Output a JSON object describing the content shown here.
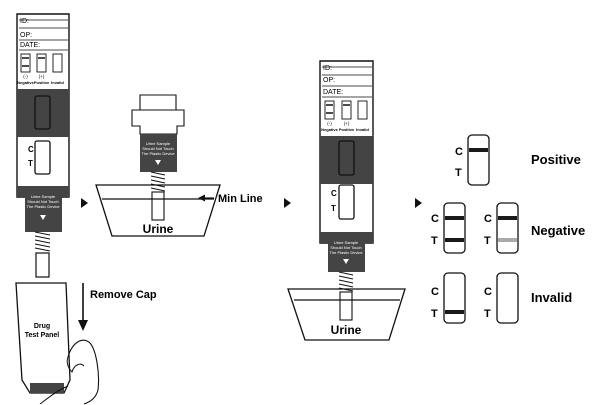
{
  "device": {
    "id_label": "ID:",
    "op_label": "OP:",
    "date_label": "DATE:",
    "neg_sym": "(-)",
    "pos_sym": "(+)",
    "legend_negative": "Negative",
    "legend_positive": "Positive",
    "legend_invalid": "Invalid",
    "c_label": "C",
    "t_label": "T",
    "warning_l1": "Urine Sample",
    "warning_l2": "Should Not Touch",
    "warning_l3": "The Plastic Device"
  },
  "cap": {
    "l1": "Drug",
    "l2": "Test Panel"
  },
  "steps": {
    "remove_cap": "Remove Cap",
    "min_line": "Min Line",
    "urine": "Urine"
  },
  "results": {
    "positive": "Positive",
    "negative": "Negative",
    "invalid": "Invalid",
    "c": "C",
    "t": "T"
  },
  "colors": {
    "band": "#444444",
    "line": "#1a1a1a",
    "faint_line": "#aaaaaa"
  }
}
